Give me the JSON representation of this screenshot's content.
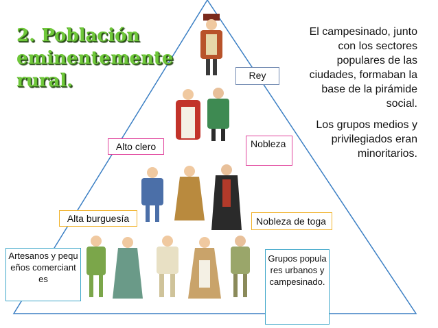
{
  "title": "2. Población\neminentemente\nrural.",
  "text_block_1": "El campesinado, junto con los sectores populares de las ciudades, formaban la base de la pirámide social.",
  "text_block_2": "Los grupos medios y privilegiados eran minoritarios.",
  "labels": {
    "rey": "Rey",
    "alto_clero": "Alto clero",
    "nobleza": "Nobleza",
    "alta_burguesia": "Alta burguesía",
    "nobleza_toga": "Nobleza de toga",
    "artesanos": "Artesanos y pequeños comerciantes",
    "grupos": "Grupos populares urbanos y campesinado."
  },
  "colors": {
    "title_green": "#6fc83a",
    "pyramid_line": "#3b7fc4",
    "border_rey": "#6f88b0",
    "border_pink": "#e0409a",
    "border_orange": "#f1b22a",
    "border_cyan": "#3aa5c8"
  }
}
